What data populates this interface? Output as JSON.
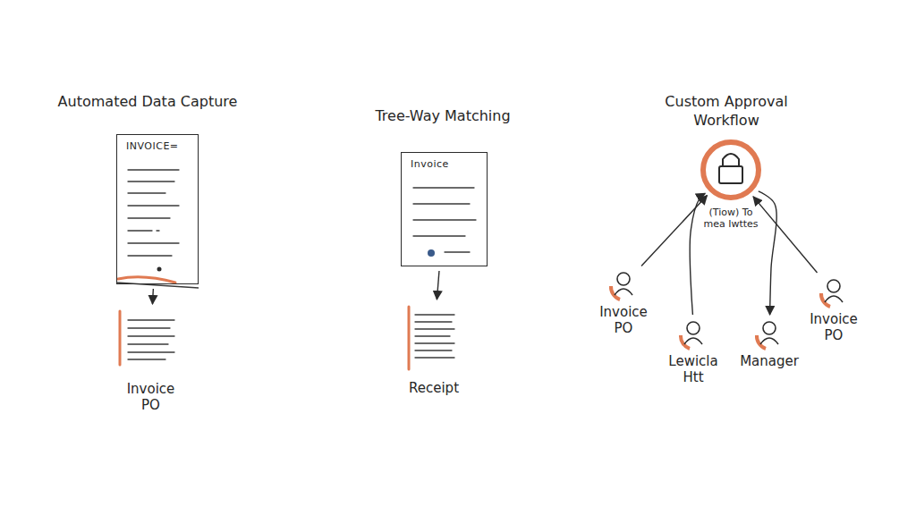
{
  "diagram": {
    "nodes": [
      {
        "text": [
          "INVOICE="
        ]
      },
      {
        "text": [
          "Invoice PO"
        ]
      },
      {
        "text": [
          "Invoice"
        ]
      },
      {
        "text": [
          "Receipt"
        ]
      },
      {
        "text": [
          "(Tiow) To mea Iwttes"
        ]
      },
      {
        "text": [
          "Invoice PO"
        ]
      },
      {
        "text": [
          "Lewicla Htt"
        ]
      },
      {
        "text": [
          "Manager"
        ]
      },
      {
        "text": [
          "Invoice PO"
        ]
      }
    ],
    "edges": [
      {
        "from": 0,
        "to": 1,
        "arrow": "to"
      },
      {
        "from": 2,
        "to": 3,
        "arrow": "to"
      },
      {
        "from": 5,
        "to": 4,
        "arrow": "to"
      },
      {
        "from": 6,
        "to": 4,
        "arrow": "to"
      },
      {
        "from": 4,
        "to": 7,
        "arrow": "to"
      },
      {
        "from": 8,
        "to": 4,
        "arrow": "to"
      }
    ],
    "labels": [
      "Automated Data Capture",
      "Tree-Way Matching",
      "Custom Approval Workflow"
    ]
  }
}
